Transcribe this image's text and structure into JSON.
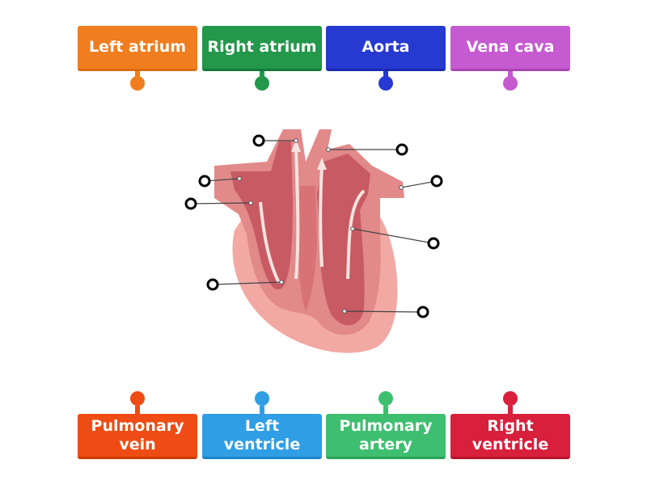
{
  "labels_top": [
    {
      "text": "Left atrium",
      "color": "#f07d1e",
      "shade": "#d96a0e"
    },
    {
      "text": "Right atrium",
      "color": "#23974a",
      "shade": "#15793a"
    },
    {
      "text": "Aorta",
      "color": "#2639d1",
      "shade": "#1b2ab0"
    },
    {
      "text": "Vena cava",
      "color": "#c65ad0",
      "shade": "#a944b3"
    }
  ],
  "labels_bottom": [
    {
      "text": "Pulmonary\nvein",
      "color": "#ee4c14",
      "shade": "#cf3b08"
    },
    {
      "text": "Left ventricle",
      "color": "#2f9ee4",
      "shade": "#1a84c7"
    },
    {
      "text": "Pulmonary\nartery",
      "color": "#3dbf6f",
      "shade": "#2aa25a"
    },
    {
      "text": "Right\nventricle",
      "color": "#d81f3c",
      "shade": "#b5152d"
    }
  ],
  "colors": {
    "heart_outer": "#f2a9a3",
    "heart_wall": "#e2898a",
    "heart_chamber": "#c75a63",
    "flow_arrow": "#f7e2de",
    "leader": "#444444"
  }
}
